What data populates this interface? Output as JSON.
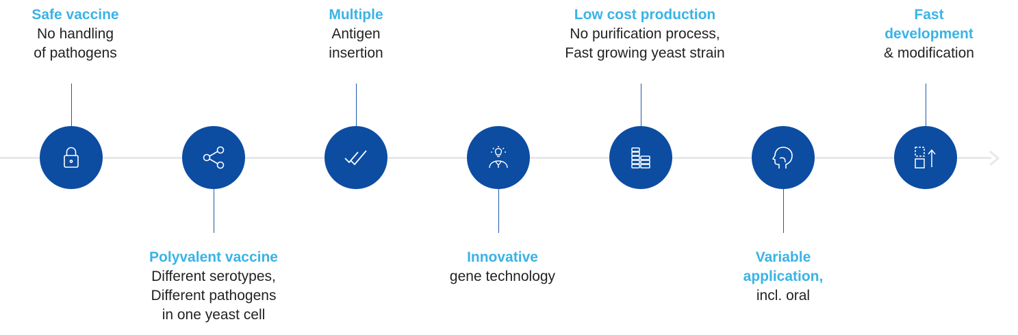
{
  "colors": {
    "node": "#0c4da2",
    "title": "#3ab3e6",
    "text": "#222222",
    "axis": "#e6e8eb",
    "connector": "#1c59a8"
  },
  "steps": [
    {
      "icon": "lock-icon",
      "title": [
        "Safe vaccine"
      ],
      "text": [
        "No handling",
        "of pathogens"
      ]
    },
    {
      "icon": "share-icon",
      "title": [
        "Polyvalent vaccine"
      ],
      "text": [
        "Different serotypes,",
        "Different pathogens",
        "in one yeast cell"
      ]
    },
    {
      "icon": "double-check-icon",
      "title": [
        "Multiple"
      ],
      "text": [
        "Antigen",
        "insertion"
      ]
    },
    {
      "icon": "idea-person-icon",
      "title": [
        "Innovative"
      ],
      "text": [
        "gene technology"
      ]
    },
    {
      "icon": "coin-stacks-icon",
      "title": [
        "Low cost production"
      ],
      "text": [
        "No purification process,",
        "Fast growing yeast strain"
      ]
    },
    {
      "icon": "head-profile-icon",
      "title": [
        "Variable",
        "application,"
      ],
      "text": [
        "incl. oral"
      ]
    },
    {
      "icon": "expand-arrow-icon",
      "title": [
        "Fast",
        "development"
      ],
      "text": [
        "& modification"
      ]
    }
  ]
}
